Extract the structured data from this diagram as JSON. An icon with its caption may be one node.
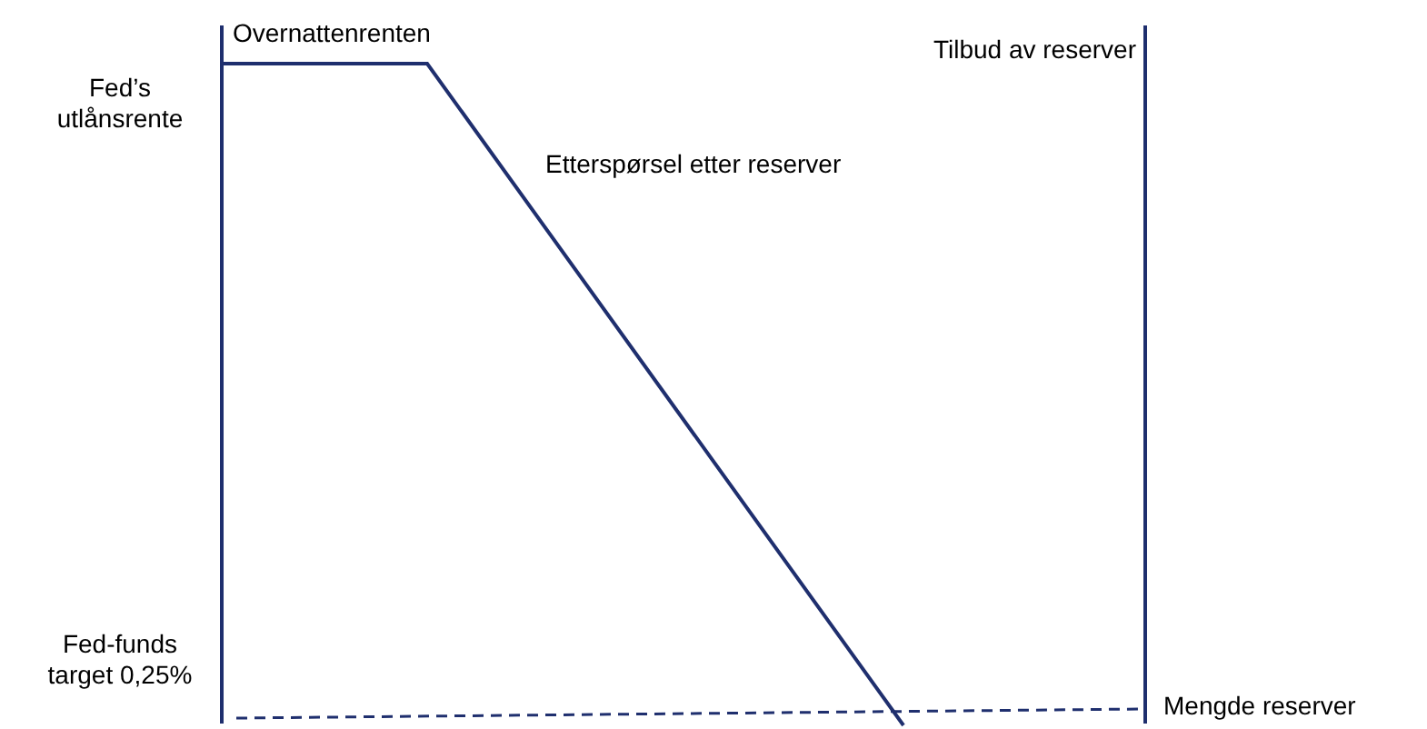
{
  "diagram": {
    "labels": [
      "Fed’s utlånsrente",
      "Overnattenrenten",
      "Tilbud av reserver",
      "Etterspørsel etter reserver",
      "Fed-funds target 0,25%",
      "Mengde reserver"
    ]
  }
}
